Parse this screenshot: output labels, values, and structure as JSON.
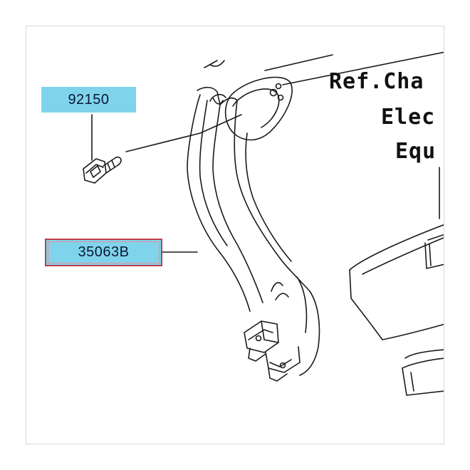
{
  "labels": {
    "bolt_part": "92150",
    "pedal_part": "35063B"
  },
  "reference": {
    "line1": "Ref.Cha",
    "line2": "Elec",
    "line3": "Equ"
  },
  "colors": {
    "label_fill": "#7fd4ec",
    "highlight_border": "#c23a47",
    "line_art": "#1a1a1a"
  }
}
